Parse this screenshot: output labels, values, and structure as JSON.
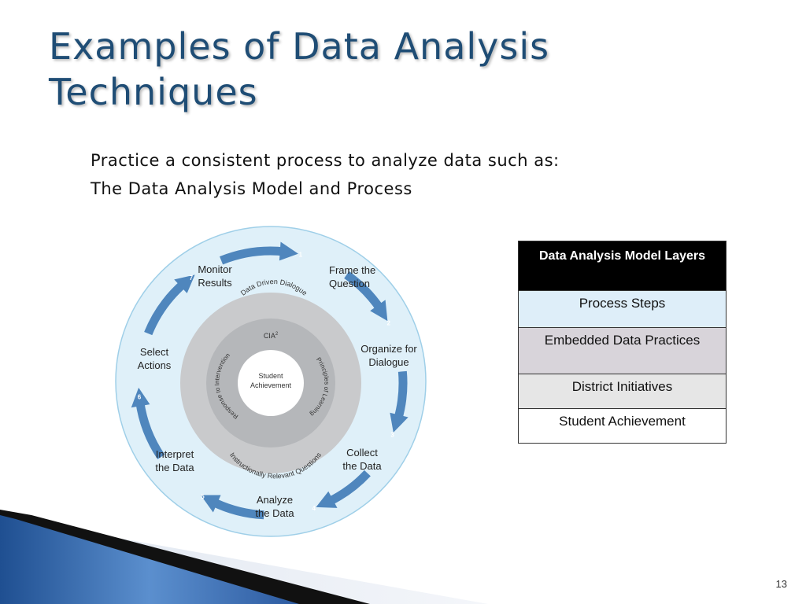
{
  "slide": {
    "title_line1": "Examples of Data Analysis",
    "title_line2": "Techniques",
    "bullet1": "Practice a consistent process to analyze data such as:",
    "bullet2": "The Data Analysis Model and Process",
    "page_number": "13"
  },
  "cycle": {
    "steps": [
      {
        "num": "1",
        "line1": "Frame the",
        "line2": "Question"
      },
      {
        "num": "2",
        "line1": "Organize for",
        "line2": "Dialogue"
      },
      {
        "num": "3",
        "line1": "Collect",
        "line2": "the Data"
      },
      {
        "num": "4",
        "line1": "Analyze",
        "line2": "the Data"
      },
      {
        "num": "5",
        "line1": "Interpret",
        "line2": "the Data"
      },
      {
        "num": "6",
        "line1": "Select",
        "line2": "Actions"
      },
      {
        "num": "7",
        "line1": "Monitor",
        "line2": "Results"
      }
    ],
    "ring_top": "Data Driven Dialogue",
    "ring_bottom": "Instructionally Relevant Questions",
    "cia": "CIA",
    "cia_sup": "2",
    "left_arc": "Response to Intervention",
    "right_arc": "Principles of Learning",
    "center_line1": "Student",
    "center_line2": "Achievement"
  },
  "layers_table": {
    "header": "Data Analysis Model  Layers",
    "rows": [
      "Process Steps",
      "Embedded Data Practices",
      "District Initiatives",
      "Student Achievement"
    ]
  },
  "colors": {
    "title": "#1f4d75",
    "outer_ring": "#dff0f9",
    "arrow": "#4f86bd",
    "inner_ring": "#c9cacc",
    "inner_disc": "#b5b7ba",
    "band": "#1a4a8a"
  }
}
